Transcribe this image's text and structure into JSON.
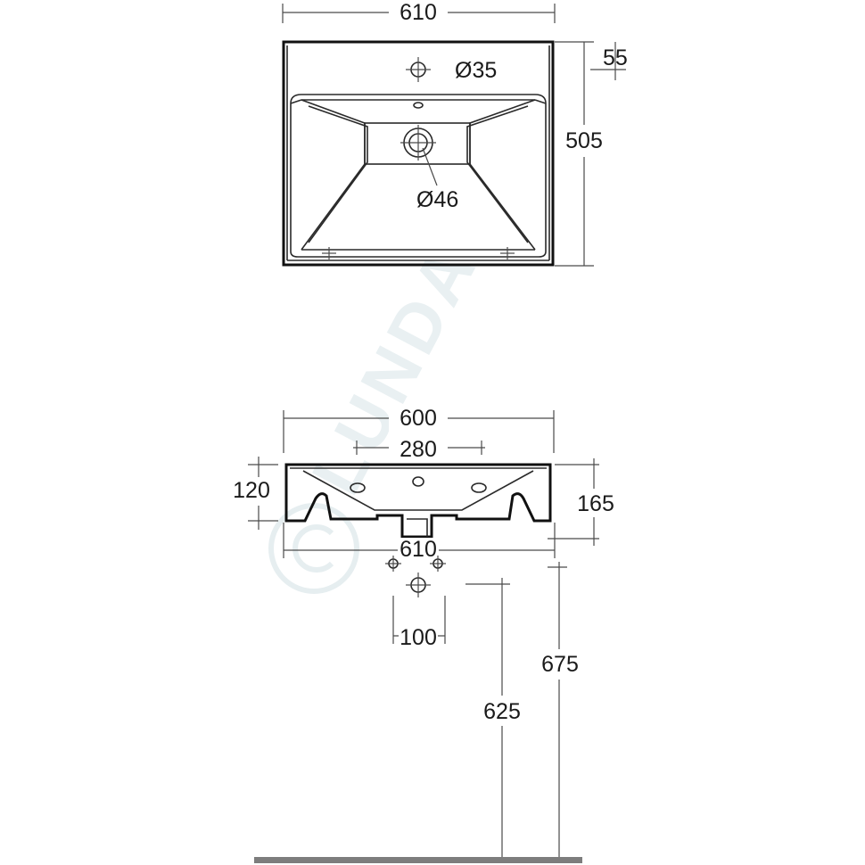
{
  "watermark": {
    "text": "LUNDA"
  },
  "top_view": {
    "width_label": "610",
    "depth_label": "505",
    "tap_offset_label": "55",
    "tap_hole_label": "Ø35",
    "drain_label": "Ø46"
  },
  "front_view": {
    "inner_width_label": "600",
    "tap_spacing_label": "280",
    "bowl_height_label": "120",
    "total_height_label": "165",
    "outer_width_label": "610",
    "waste_spacing_label": "100",
    "mount_height_label": "625",
    "top_height_label": "675"
  }
}
